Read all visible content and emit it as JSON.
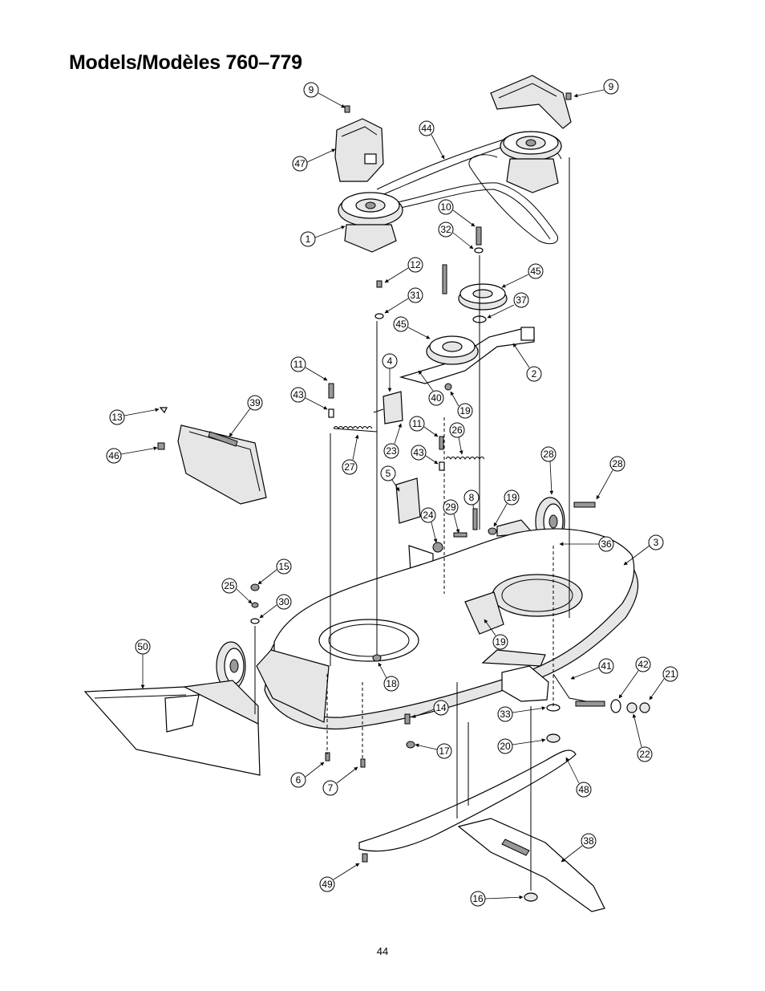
{
  "page": {
    "title": "Models/Modèles 760–779",
    "page_number": "44"
  },
  "callouts": [
    "9",
    "9",
    "44",
    "47",
    "10",
    "32",
    "1",
    "12",
    "45",
    "31",
    "37",
    "45",
    "2",
    "11",
    "4",
    "43",
    "40",
    "19",
    "13",
    "39",
    "11",
    "26",
    "46",
    "23",
    "43",
    "28",
    "27",
    "5",
    "28",
    "8",
    "19",
    "29",
    "24",
    "36",
    "3",
    "15",
    "25",
    "30",
    "19",
    "50",
    "18",
    "41",
    "42",
    "21",
    "14",
    "33",
    "20",
    "22",
    "17",
    "6",
    "7",
    "48",
    "38",
    "49",
    "16"
  ]
}
